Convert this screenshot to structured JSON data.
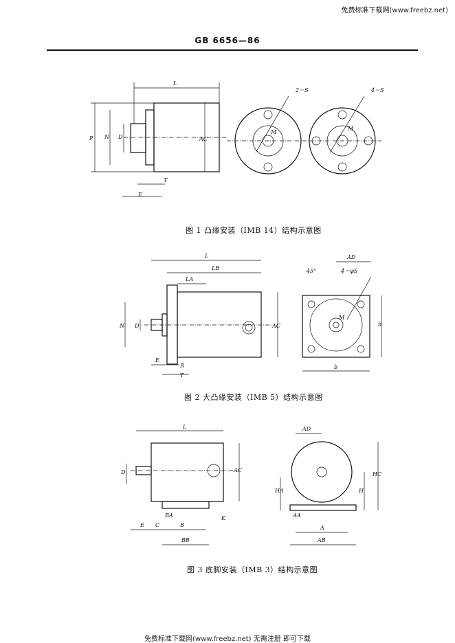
{
  "watermark_top": "免费标准下载网(www.freebz.net)",
  "header": "GB 6656—86",
  "figure1": {
    "caption": "图 1   凸缘安装（IMB 14）结构示意图",
    "labels": {
      "L": "L",
      "P": "P",
      "N": "N",
      "D": "D",
      "AC": "AC",
      "T": "T",
      "E": "E",
      "s2": "2－S",
      "s4": "4－S",
      "M1": "M",
      "M2": "M"
    }
  },
  "figure2": {
    "caption": "图 2   大凸缘安装（IMB 5）结构示意图",
    "labels": {
      "L": "L",
      "LB": "LB",
      "LA": "LA",
      "N": "N",
      "D": "D",
      "AC": "AC",
      "E": "E",
      "R": "R",
      "T": "T",
      "AD": "AD",
      "deg": "45°",
      "s4": "4－φS",
      "b": "b",
      "M": "M"
    }
  },
  "figure3": {
    "caption": "图 3   底脚安装（IMB 3）结构示意图",
    "labels": {
      "L": "L",
      "D": "D",
      "AC": "AC",
      "BA": "BA",
      "E": "E",
      "C": "C",
      "B": "B",
      "BB": "BB",
      "K": "K",
      "AD": "AD",
      "HC": "HC",
      "HA": "HA",
      "H": "H",
      "AA": "AA",
      "A": "A",
      "AB": "AB"
    }
  },
  "footer": "免费标准下载网(www.freebz.net) 无需注册 即可下载"
}
